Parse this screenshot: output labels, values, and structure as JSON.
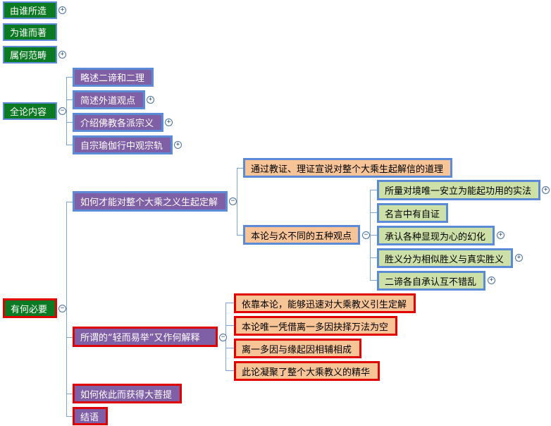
{
  "nodes": {
    "n1": "由谁所造",
    "n2": "为谁而著",
    "n3": "属何范畴",
    "n4": "全论内容",
    "n4a": "略述二谛和二理",
    "n4b": "简述外道观点",
    "n4c": "介绍佛教各派宗义",
    "n4d": "自宗瑜伽行中观宗轨",
    "n5": "有何必要",
    "n5a": "如何才能对整个大乘之义生起定解",
    "n5a1": "通过教证、理证宣说对整个大乘生起解信的道理",
    "n5a2": "本论与众不同的五种观点",
    "n5a2a": "所量对境唯一安立为能起功用的实法",
    "n5a2b": "名言中有自证",
    "n5a2c": "承认各种显现为心的幻化",
    "n5a2d": "胜义分为相似胜义与真实胜义",
    "n5a2e": "二谛各自承认互不错乱",
    "n5b": "所谓的“轻而易举”又作何解释",
    "n5b1": "依靠本论，能够迅速对大乘教义引生定解",
    "n5b2": "本论唯一凭借离一多因抉择万法为空",
    "n5b3": "离一多因与缘起因相辅相成",
    "n5b4": "此论凝聚了整个大乘教义的精华",
    "n5c": "如何依此而获得大菩提",
    "n5d": "结语"
  },
  "toggles": {
    "expand": "+",
    "collapse": "−"
  },
  "colors": {
    "root_green": "#0b7a23",
    "branch_purple": "#7f5fa6",
    "leaf_orange": "#f6c497",
    "leaf_lime": "#cde0a8",
    "border_blue": "#5b8ad6",
    "border_red": "#e00000",
    "connector": "#7aa6d6"
  }
}
